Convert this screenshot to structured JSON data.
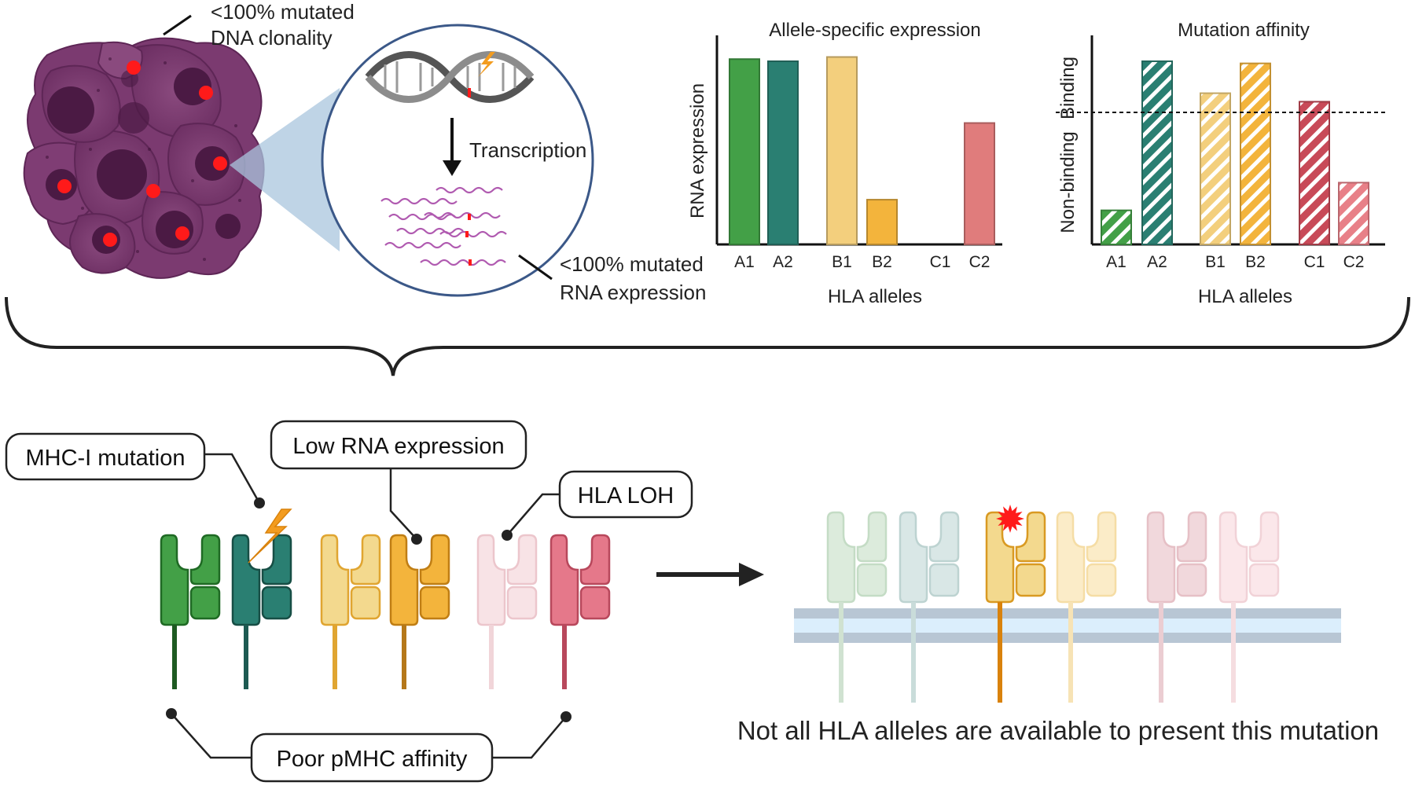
{
  "top_left": {
    "dna_clonality": "<100% mutated\nDNA clonality",
    "transcription": "Transcription",
    "rna_expression": "<100% mutated\nRNA expression"
  },
  "chart_data": [
    {
      "type": "bar",
      "title": "Allele-specific expression",
      "xlabel": "HLA alleles",
      "ylabel": "RNA expression",
      "categories": [
        "A1",
        "A2",
        "B1",
        "B2",
        "C1",
        "C2"
      ],
      "values": [
        0.87,
        0.86,
        0.88,
        0.21,
        0,
        0.57
      ],
      "ylim": [
        0,
        1
      ],
      "colors": [
        "#43a047",
        "#2a7f72",
        "#f3cf7d",
        "#f3b43c",
        "#e07c7c",
        "#e07c7c"
      ]
    },
    {
      "type": "bar",
      "title": "Mutation affinity",
      "xlabel": "HLA alleles",
      "ylabel_top": "Binding",
      "ylabel_bottom": "Non-binding",
      "categories": [
        "A1",
        "A2",
        "B1",
        "B2",
        "C1",
        "C2"
      ],
      "values": [
        0.16,
        0.86,
        0.71,
        0.85,
        0.67,
        0.29
      ],
      "threshold": 0.62,
      "ylim": [
        0,
        1
      ],
      "colors": [
        "#43a047",
        "#2a7f72",
        "#f3cf7d",
        "#f3b43c",
        "#c84a58",
        "#e88088"
      ]
    }
  ],
  "callouts": {
    "mhc_mutation": "MHC-I mutation",
    "low_rna": "Low RNA expression",
    "hla_loh": "HLA LOH",
    "poor_affinity": "Poor pMHC affinity"
  },
  "conclusion": "Not all HLA alleles are available to present this mutation",
  "colors": {
    "green": "#43a047",
    "teal": "#2a7f72",
    "light_yellow": "#f3cf7d",
    "orange": "#f3b43c",
    "pink": "#e07c7c",
    "magenta": "#e0707f"
  }
}
